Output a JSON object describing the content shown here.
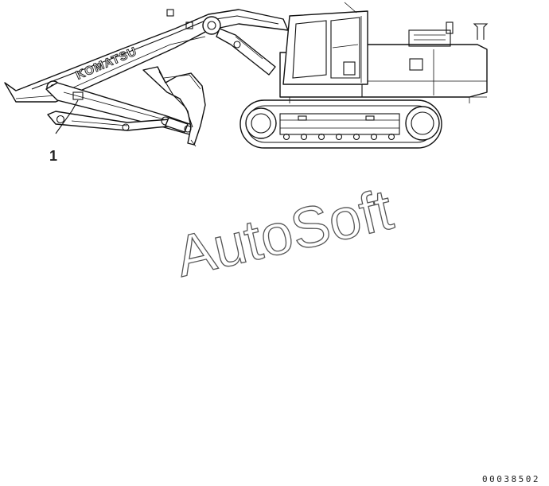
{
  "diagram": {
    "brand_label": "KOMATSU",
    "callouts": [
      {
        "number": "1"
      }
    ],
    "watermark": "AutoSoft",
    "drawing_code": "00038502"
  },
  "colors": {
    "line": "#111111",
    "background": "#ffffff",
    "watermark_outline": "#555555"
  }
}
